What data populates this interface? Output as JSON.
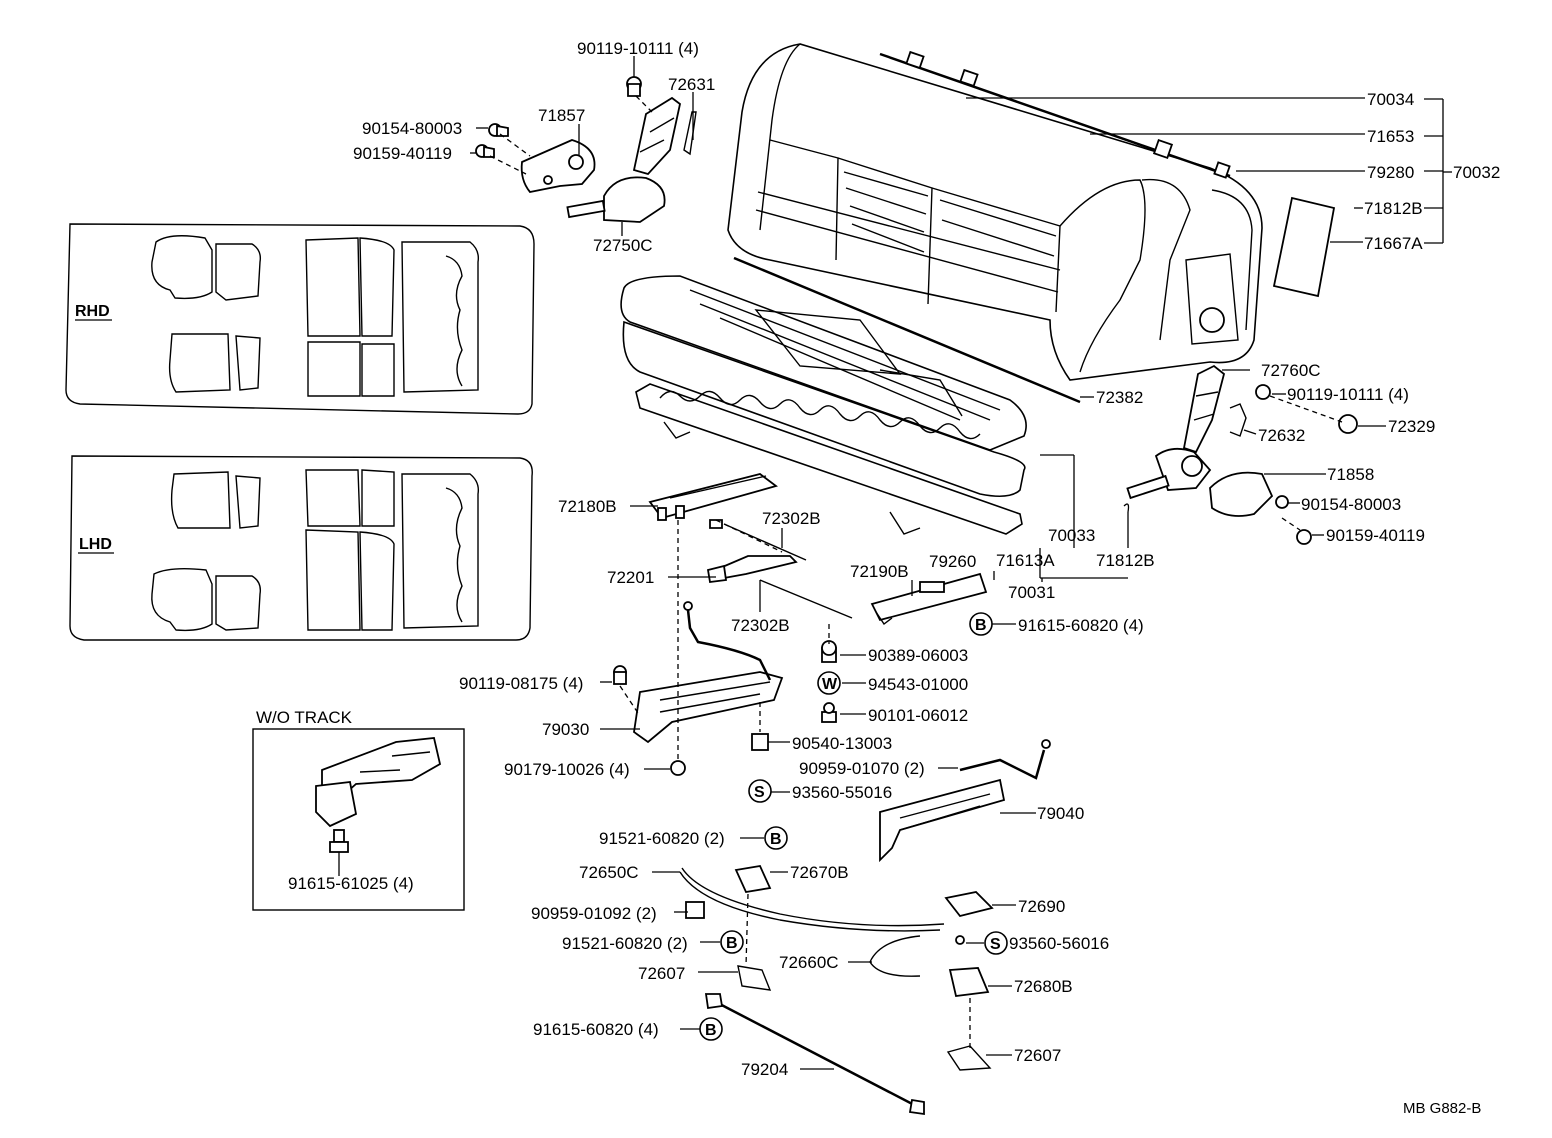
{
  "labels": {
    "p90119_10111_top": "90119-10111 (4)",
    "p72631": "72631",
    "p90154_80003_l": "90154-80003",
    "p71857": "71857",
    "p90159_40119_l": "90159-40119",
    "p72750C": "72750C",
    "p70034": "70034",
    "p71653": "71653",
    "p79280": "79280",
    "p70032": "70032",
    "p71812B_r": "71812B",
    "p71667A": "71667A",
    "p72760C": "72760C",
    "p90119_10111_r": "90119-10111 (4)",
    "p72632": "72632",
    "p72329": "72329",
    "p72382": "72382",
    "p71858": "71858",
    "p90154_80003_r": "90154-80003",
    "p90159_40119_r": "90159-40119",
    "p72180B": "72180B",
    "p72302B_top": "72302B",
    "p72201": "72201",
    "p72302B_bot": "72302B",
    "p72190B": "72190B",
    "p79260": "79260",
    "p71613A": "71613A",
    "p70033": "70033",
    "p71812B_b": "71812B",
    "p70031": "70031",
    "p91615_60820_r": "91615-60820 (4)",
    "p90389_06003": "90389-06003",
    "p94543_01000": "94543-01000",
    "p90101_06012": "90101-06012",
    "p90119_08175": "90119-08175 (4)",
    "p79030": "79030",
    "p90540_13003": "90540-13003",
    "p90179_10026": "90179-10026 (4)",
    "p93560_55016": "93560-55016",
    "p90959_01070": "90959-01070 (2)",
    "p79040": "79040",
    "p91521_60820_a": "91521-60820 (2)",
    "p72650C": "72650C",
    "p72670B": "72670B",
    "p90959_01092": "90959-01092 (2)",
    "p91521_60820_b": "91521-60820 (2)",
    "p72690": "72690",
    "p93560_56016": "93560-56016",
    "p72607_l": "72607",
    "p72660C": "72660C",
    "p72680B": "72680B",
    "p91615_60820_b": "91615-60820 (4)",
    "p72607_r": "72607",
    "p79204": "79204",
    "p91615_61025": "91615-61025 (4)"
  },
  "markers": {
    "b": "B",
    "w": "W",
    "s": "S"
  },
  "layouts": {
    "rhd": "RHD",
    "lhd": "LHD"
  },
  "wo_track": "W/O TRACK",
  "drawing_code": "MB G882-B"
}
